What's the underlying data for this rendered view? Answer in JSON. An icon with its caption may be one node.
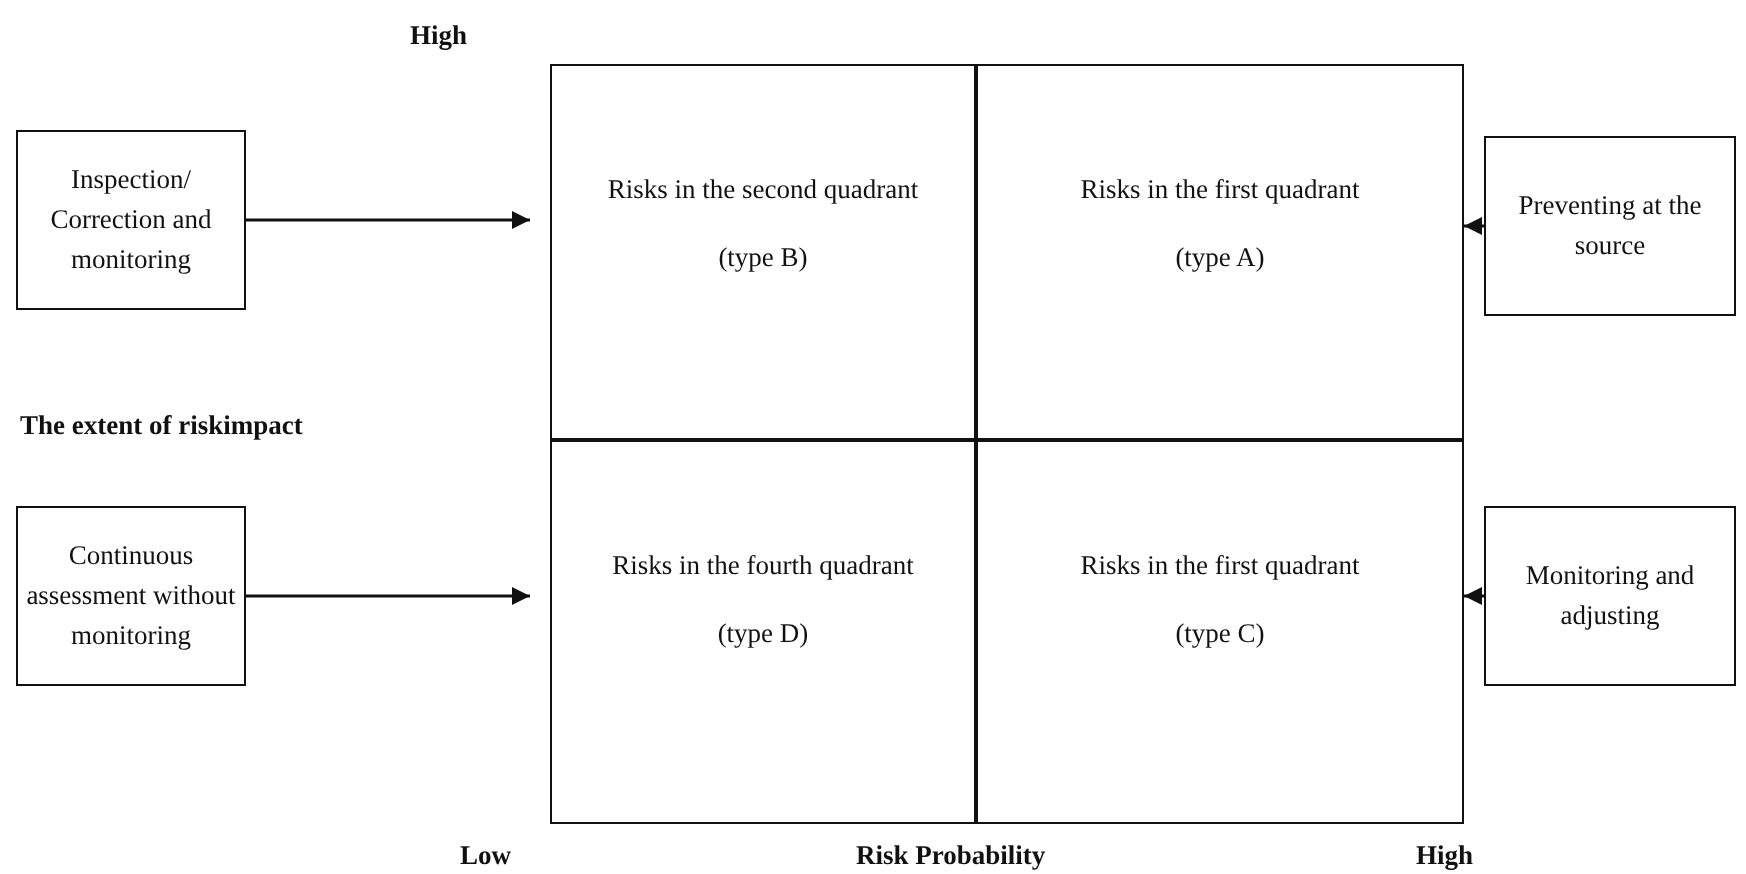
{
  "diagram": {
    "nodes": [
      {
        "text": [
          "Inspection/ Correction and monitoring"
        ]
      },
      {
        "text": [
          "Risks in the second quadrant",
          "(type B)"
        ]
      },
      {
        "text": [
          "Risks in the first quadrant",
          "(type A)"
        ]
      },
      {
        "text": [
          "Preventing at the source"
        ]
      },
      {
        "text": [
          "Continuous assessment without monitoring"
        ]
      },
      {
        "text": [
          "Risks in the fourth quadrant",
          "(type D)"
        ]
      },
      {
        "text": [
          "Risks in the first quadrant",
          "(type C)"
        ]
      },
      {
        "text": [
          "Monitoring and adjusting"
        ]
      }
    ],
    "edges": [
      {
        "from": 0,
        "to": 1,
        "arrow": "to"
      },
      {
        "from": 3,
        "to": 2,
        "arrow": "to"
      },
      {
        "from": 4,
        "to": 5,
        "arrow": "to"
      },
      {
        "from": 7,
        "to": 6,
        "arrow": "to"
      }
    ],
    "labels": [
      "High",
      "The extent of riskimpact",
      "Low",
      "Risk Probability",
      "High"
    ]
  }
}
